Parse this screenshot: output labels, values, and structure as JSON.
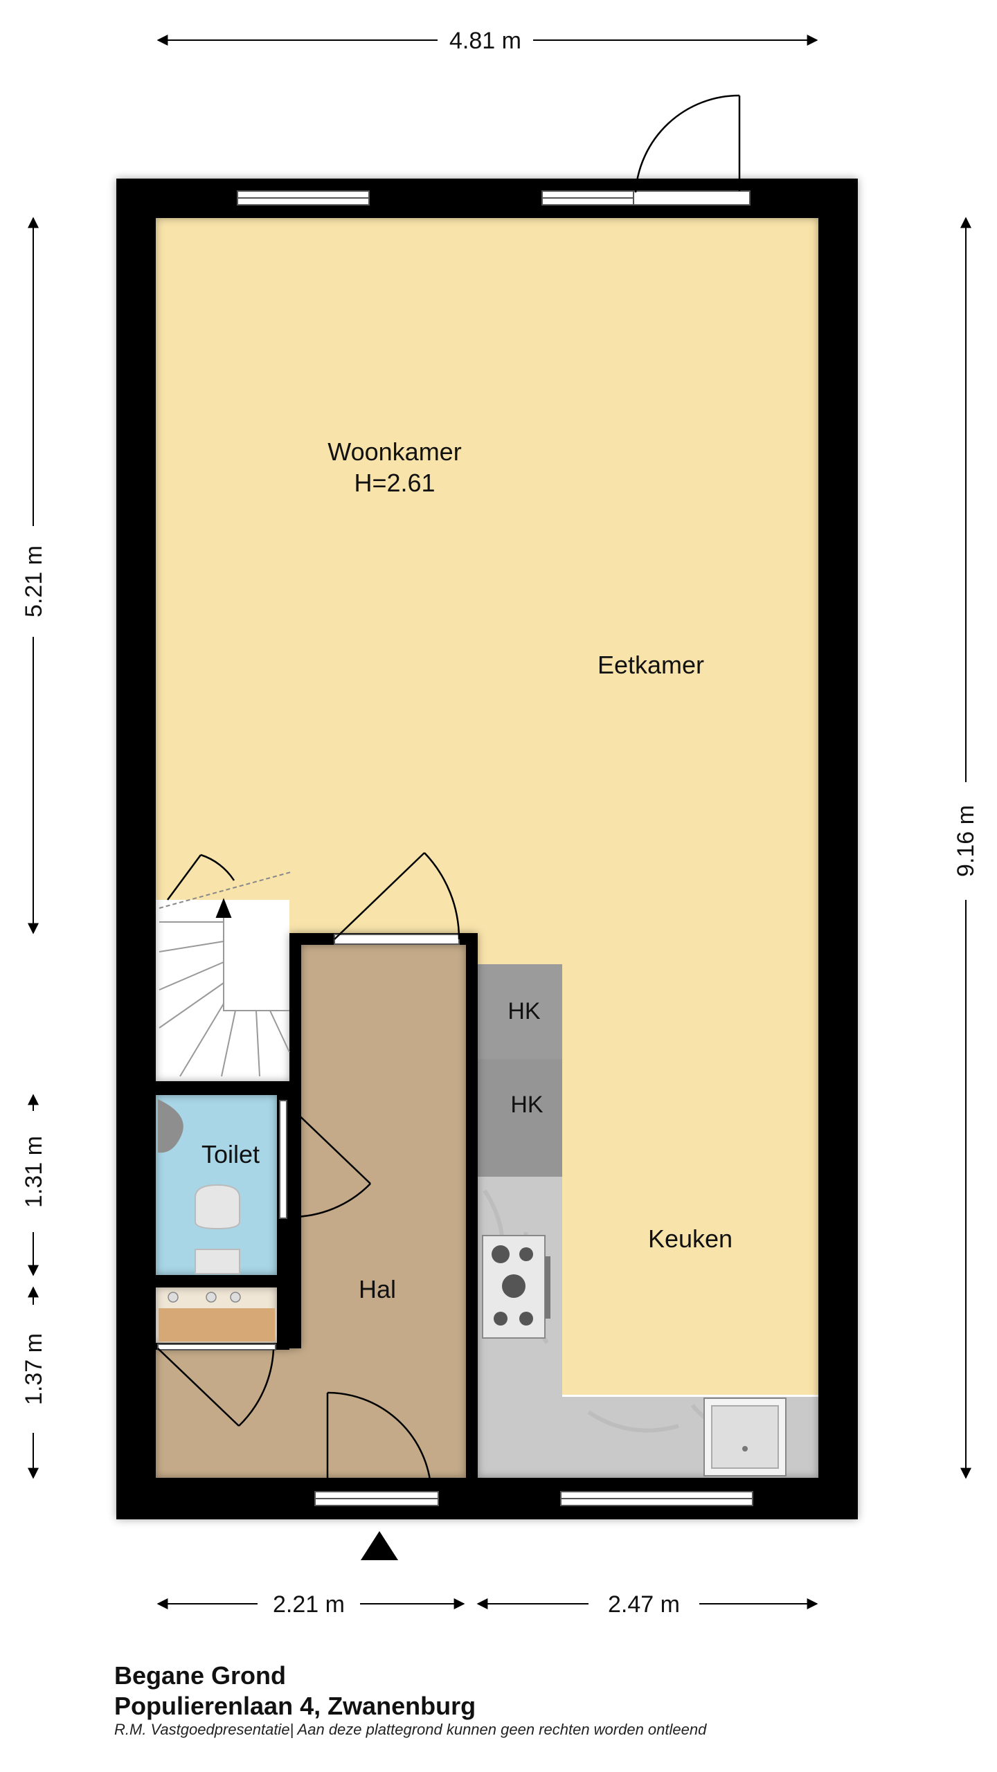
{
  "dimensions": {
    "top_width": "4.81 m",
    "right_total": "9.16 m",
    "left_upper": "5.21 m",
    "left_middle": "1.31 m",
    "left_lower": "1.37 m",
    "bottom_left": "2.21 m",
    "bottom_right": "2.47 m"
  },
  "rooms": {
    "woonkamer": "Woonkamer",
    "woonkamer_height": "H=2.61",
    "eetkamer": "Eetkamer",
    "keuken": "Keuken",
    "hal": "Hal",
    "toilet": "Toilet",
    "hk1": "HK",
    "hk2": "HK"
  },
  "footer": {
    "floor": "Begane Grond",
    "address": "Populierenlaan 4,  Zwanenburg",
    "disclaimer": "R.M. Vastgoedpresentatie| Aan deze plattegrond kunnen geen rechten worden ontleend"
  },
  "colors": {
    "wall": "#000000",
    "living": "#f8e3aa",
    "hall": "#c4aa88",
    "toilet": "#a8d6e6",
    "storage": "#9b9b9b",
    "counter": "#cfcfcf",
    "cabinet": "#d6a875"
  }
}
